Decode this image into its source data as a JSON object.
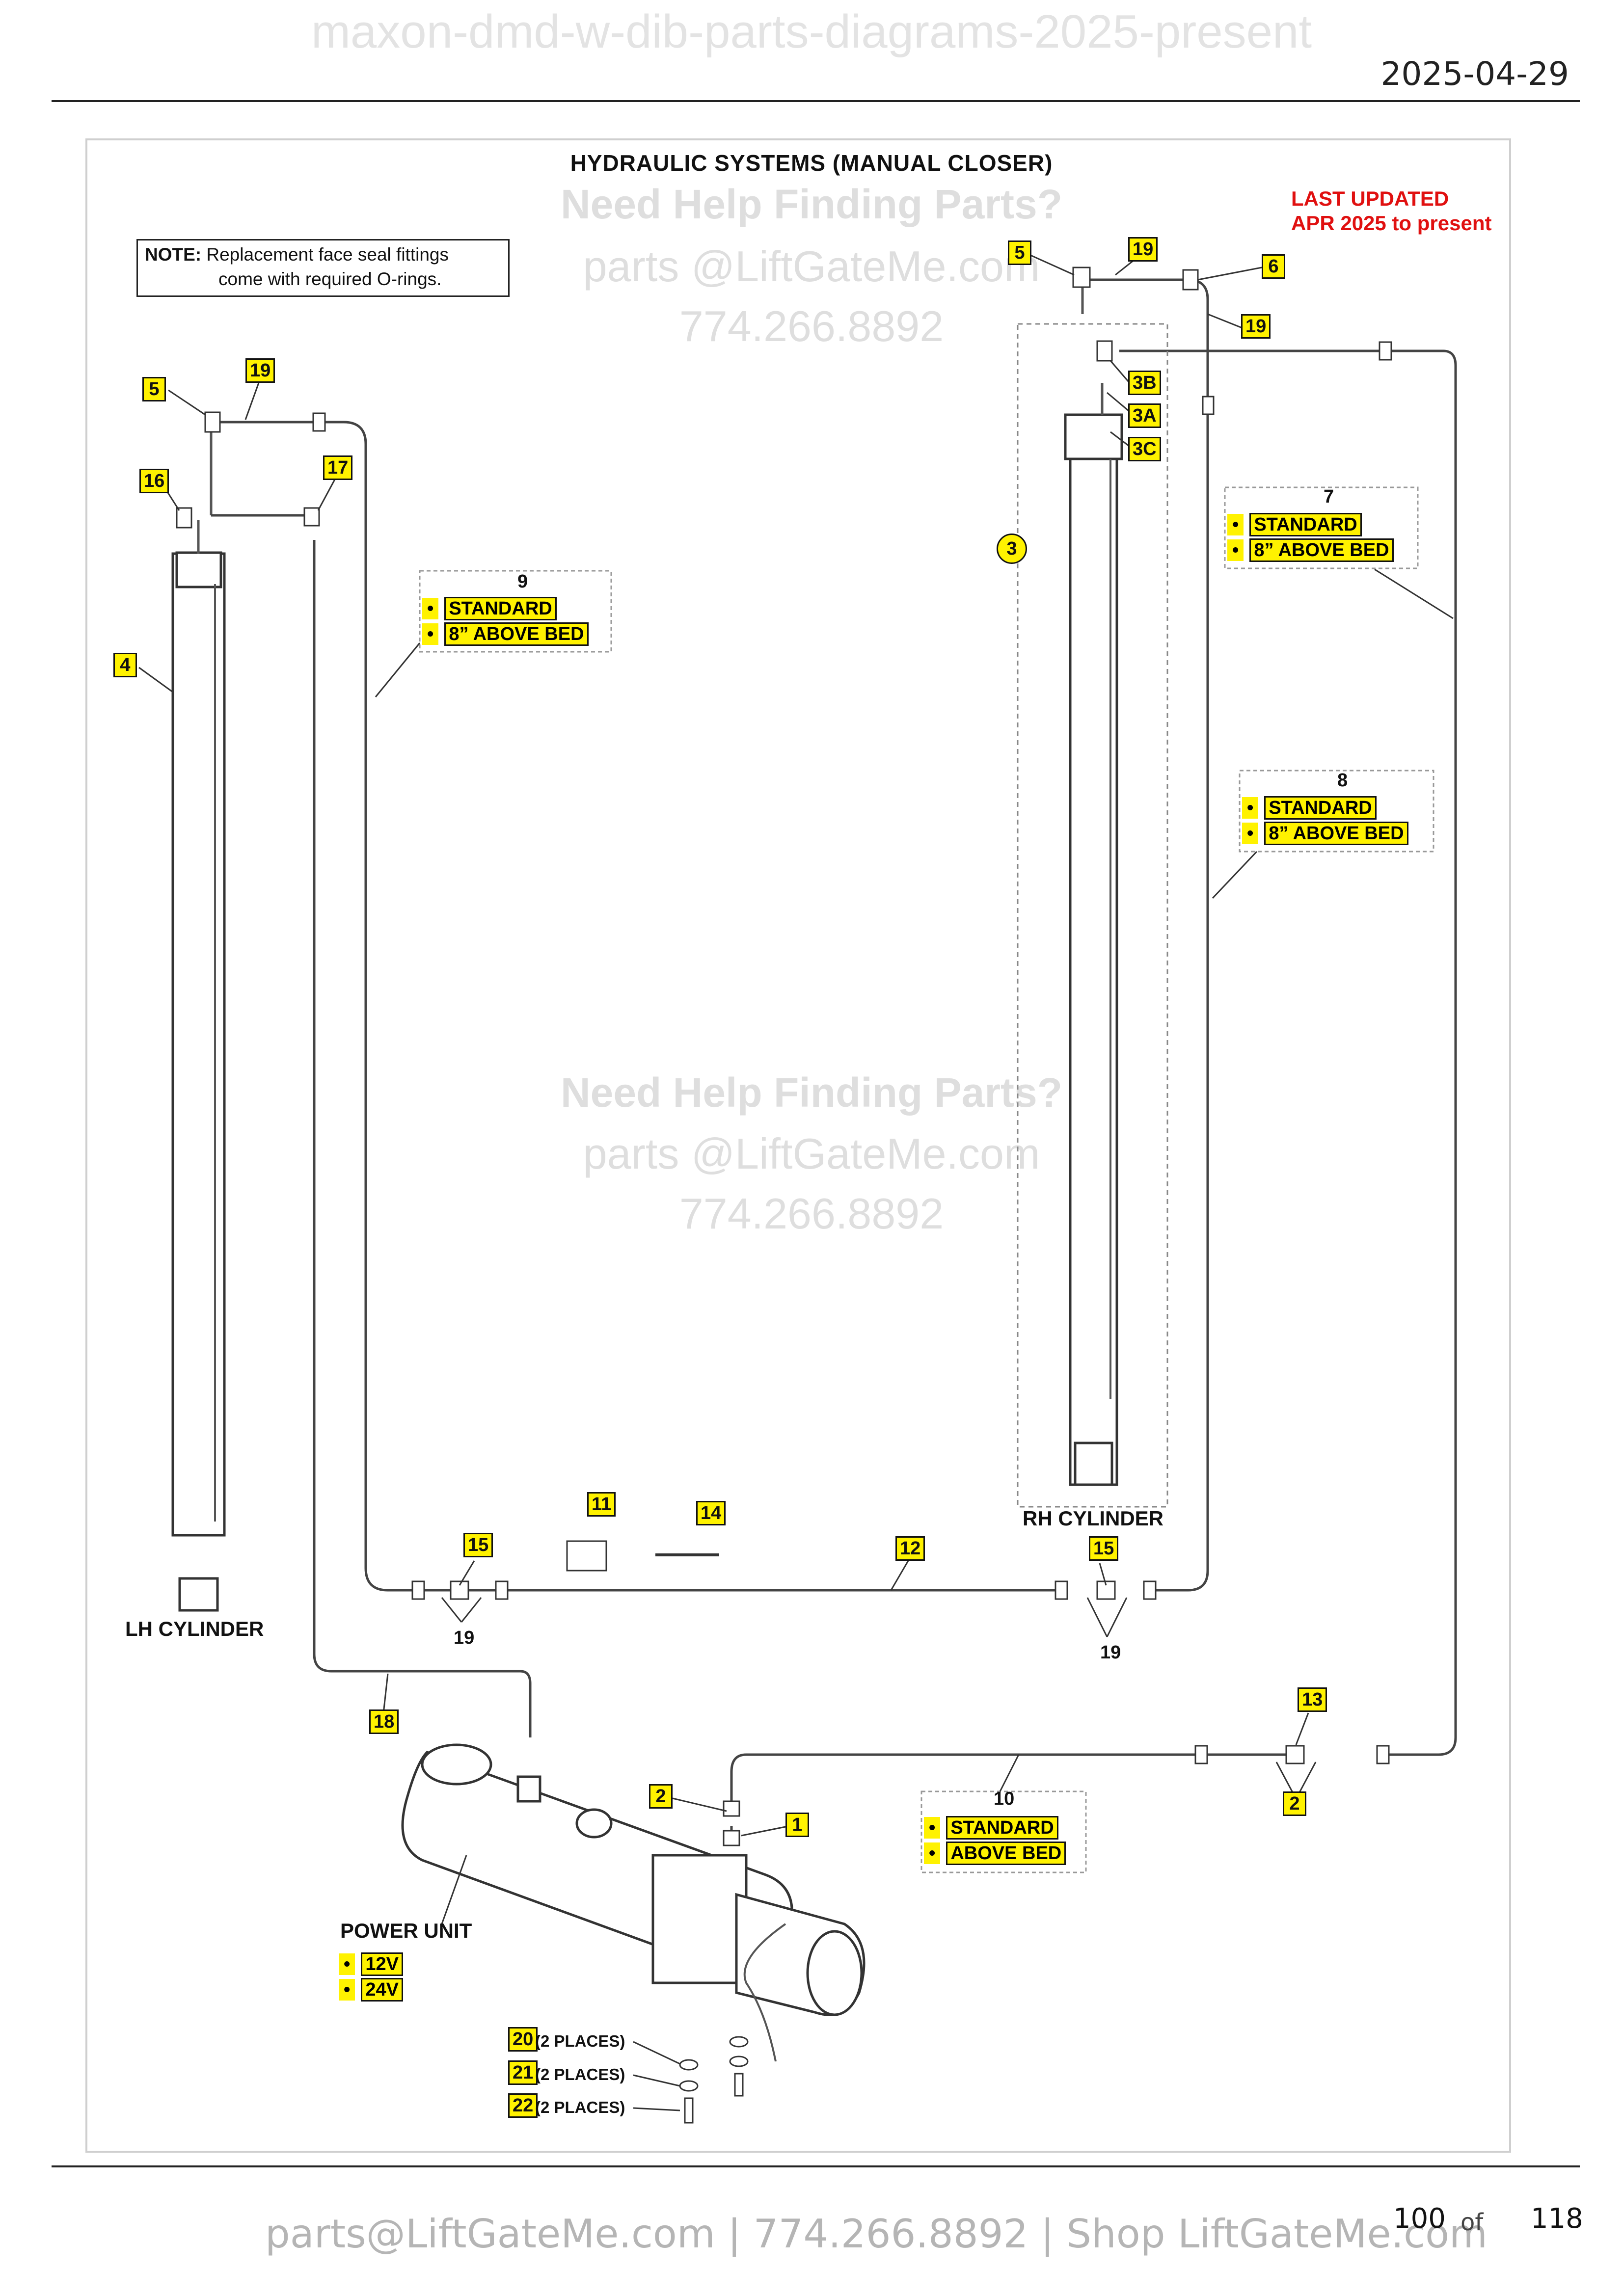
{
  "header": {
    "watermark_title": "maxon-dmd-w-dib-parts-diagrams-2025-present",
    "date": "2025-04-29"
  },
  "diagram": {
    "title": "HYDRAULIC SYSTEMS (MANUAL CLOSER)",
    "watermark": {
      "help": "Need Help Finding Parts?",
      "email": "parts @LiftGateMe.com",
      "phone": "774.266.8892"
    },
    "last_updated_line1": "LAST UPDATED",
    "last_updated_line2": "APR 2025 to present",
    "note_bold": "NOTE:",
    "note_line1": " Replacement face seal fittings",
    "note_line2": "come with required O-rings.",
    "labels": {
      "lh_cylinder": "LH CYLINDER",
      "rh_cylinder": "RH CYLINDER",
      "power_unit": "POWER UNIT"
    },
    "callouts": {
      "c1": "1",
      "c2a": "2",
      "c2b": "2",
      "c3": "3",
      "c3a": "3A",
      "c3b": "3B",
      "c3c": "3C",
      "c4": "4",
      "c5l": "5",
      "c5r": "5",
      "c6": "6",
      "c7": "7",
      "c8": "8",
      "c9": "9",
      "c10": "10",
      "c11": "11",
      "c12": "12",
      "c13": "13",
      "c14": "14",
      "c15l": "15",
      "c15r": "15",
      "c16": "16",
      "c17": "17",
      "c18": "18",
      "c19a": "19",
      "c19b": "19",
      "c19c": "19",
      "c19d": "19",
      "c19e": "19",
      "c20": "20",
      "c21": "21",
      "c22": "22"
    },
    "options": {
      "standard": "STANDARD",
      "above_bed_8": "8” ABOVE BED",
      "above_bed": "ABOVE BED",
      "v12": "12V",
      "v24": "24V",
      "bullet": "•"
    },
    "two_places": "(2 PLACES)"
  },
  "footer": {
    "contact": "parts@LiftGateMe.com | 774.266.8892 | Shop LiftGateMe.com",
    "page": "100",
    "of": "of",
    "total": "118"
  }
}
